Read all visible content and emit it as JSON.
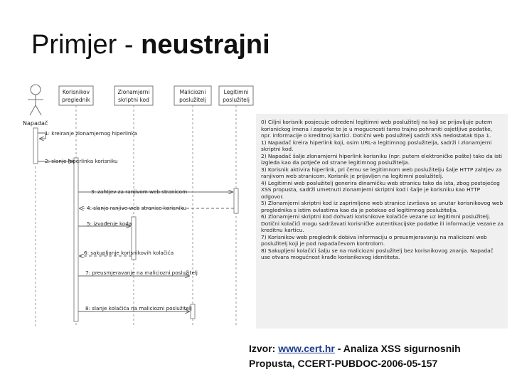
{
  "slide": {
    "title_prefix": "Primjer - ",
    "title_emphasis": "neustrajni"
  },
  "diagram": {
    "actor_label": "Napadač",
    "participants": [
      {
        "line1": "Korisnikov",
        "line2": "preglednik"
      },
      {
        "line1": "Zlonamjerni",
        "line2": "skriptni kod"
      },
      {
        "line1": "Maliciozni",
        "line2": "poslužitelj"
      },
      {
        "line1": "Legitimni",
        "line2": "poslužitelj"
      }
    ],
    "messages": [
      "1: kreiranje zlonamjernog hiperlinka",
      "2: slanje hiperlinka korisniku",
      "3: zahtjev za ranjivom web stranicom",
      "4: slanje ranjive web stranice korisniku",
      "5: izvođenje koda",
      "6: sakupljanje korisnikovih kolačića",
      "7: preusmjeravanje na maliciozni poslužitelj",
      "8: slanje kolačića na maliciozni poslužitelj"
    ]
  },
  "notes": [
    "0) Ciljni korisnik posjecuje odredeni legitimni web poslužitelj na koji se prijavljuje putem korisnickog imena i zaporke te je u mogucnosti tamo trajno pohraniti osjetljive podatke, npr. informacije o kreditnoj kartici. Dotični web poslužitelj sadrži XSS nedostatak tipa 1.",
    "1) Napadač kreira hiperlink koji, osim URL-a legitimnog poslužitelja, sadrži i zlonamjerni skriptni kod.",
    "2) Napadač šalje zlonamjerni hiperlink korisniku (npr. putem elektroničke pošte) tako da isti izgleda kao da potječe od strane legitimnog poslužitelja.",
    "3) Korisnik aktivira hiperlink, pri čemu se legitimnom web poslužitelju šalje HTTP zahtjev za ranjivom web stranicom. Korisnik je prijavljen na legitimni poslužitelj.",
    "4) Legitimni web poslužitelj generira dinamičku web stranicu tako da ista, zbog postojećeg XSS propusta, sadrži umetnuti zlonamjerni skriptni kod i šalje je korisniku kao HTTP odgovor.",
    "5) Zlonamjerni skriptni kod iz zaprimljene web stranice izvršava se unutar korisnikovog web preglednika s istim ovlastima kao da je potekao od legitimnog poslužitelja.",
    "6) Zlonamjerni skriptni kod dohvati korisnikove kolačiće vezane uz legitimni poslužitelj. Dotični kolačići mogu sadržavati korisničke autentikacijske podatke ili informacije vezane za kreditnu karticu.",
    "7) Korisnikov web preglednik dobiva informaciju o preusmjeravanju na maliciozni web poslužitelj koji je pod napadačevom kontrolom.",
    "8) Sakupljeni kolačići šalju se na maliciozni poslužitelj bez korisnikovog znanja. Napadač use otvara mogućnost krađe korisnikovog identiteta."
  ],
  "source": {
    "prefix": "Izvor: ",
    "link": "www.cert.hr",
    "suffix": " - Analiza XSS sigurnosnih Propusta, CCERT-PUBDOC-2006-05-157"
  }
}
